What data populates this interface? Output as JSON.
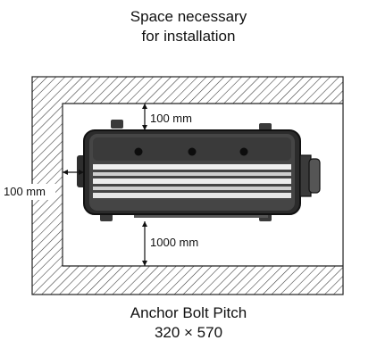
{
  "header": {
    "line1": "Space necessary",
    "line2": "for installation"
  },
  "dimensions": {
    "top": "100 mm",
    "left": "100 mm",
    "bottom": "1000 mm"
  },
  "footer": {
    "line1": "Anchor Bolt Pitch",
    "line2": "320 × 570"
  }
}
